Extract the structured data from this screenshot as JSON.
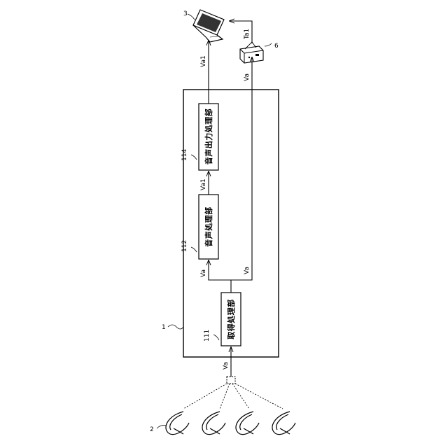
{
  "diagram": {
    "main_box_ref": "1",
    "sensors_ref": "2",
    "computer_ref": "3",
    "device_ref": "6",
    "blocks": {
      "acquisition": {
        "ref": "111",
        "label": "取得処理部"
      },
      "voice_processing": {
        "ref": "112",
        "label": "音声処理部"
      },
      "voice_output": {
        "ref": "114",
        "label": "音声出力処理部"
      }
    },
    "signals": {
      "input": "Va",
      "to_voice_processing": "Va",
      "bypass": "Va",
      "processed": "Va1",
      "output_to_computer": "Va1",
      "to_device": "Va",
      "device_to_computer": "Ta1"
    }
  }
}
